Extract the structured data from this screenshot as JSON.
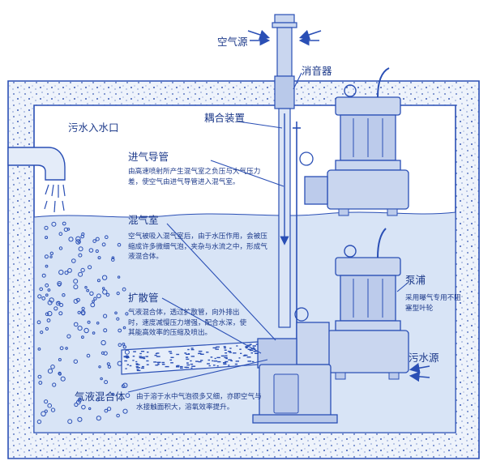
{
  "colors": {
    "outline": "#2a4fb5",
    "pump_fill": "#c9d6ef",
    "water": "#d8e4f6",
    "wall": "#eef3fb",
    "text": "#1d3a8a"
  },
  "labels": {
    "air_source": "空气源",
    "silencer": "消音器",
    "coupling": "耦合装置",
    "inlet": "污水入水口",
    "intake_pipe": "进气导管",
    "intake_pipe_desc": "由高速喷射所产生混气室之负压与大气压力差，使空气由进气导管进入混气室。",
    "mixing_chamber": "混气室",
    "mixing_chamber_desc": "空气被吸入混气室后，由于水压作用，会被压缩成许多微细气泡，夹杂与水流之中，形成气液混合体。",
    "diffuser": "扩散管",
    "diffuser_desc": "气液混合体，透过扩散管，向外排出时，速度减慢压力增强，配合水深，使其能高效率的压缩及喷出。",
    "pump": "泵浦",
    "pump_desc": "采用曝气专用不阻塞型叶轮",
    "sewage_source": "污水源",
    "gas_liquid": "气液混合体",
    "gas_liquid_desc": "由于溶于水中气泡很多又细，亦即空气与水接触面积大，溶氧效率提升。"
  },
  "icons": [
    "air-arrow-icon",
    "water-arrow-icon",
    "bubble-icon",
    "lifting-ring-icon",
    "cable-icon"
  ]
}
